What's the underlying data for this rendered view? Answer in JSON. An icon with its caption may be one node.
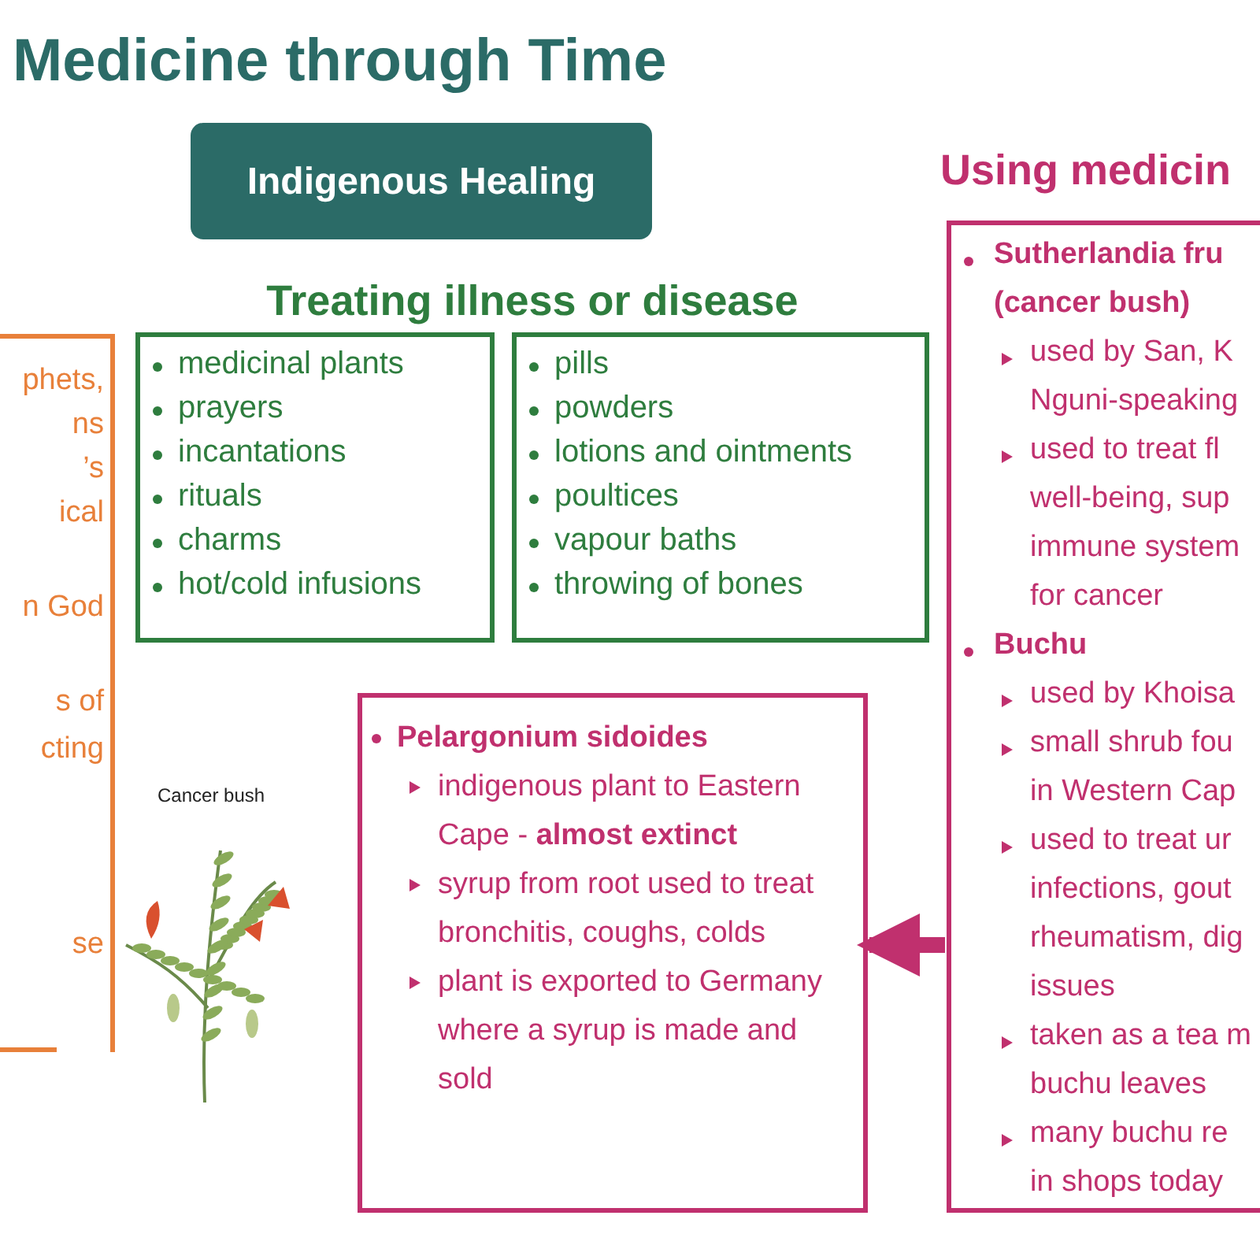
{
  "diagram": {
    "title": "Medicine through Time",
    "nodes": [
      {
        "text": [
          "Indigenous Healing"
        ]
      },
      {
        "text": [
          "phets,",
          "ns",
          "’s",
          "ical",
          "n God",
          "s of",
          "cting",
          "se"
        ]
      },
      {
        "text": [
          "Treating illness or disease",
          "medicinal plants",
          "prayers",
          "incantations",
          "rituals",
          "charms",
          "hot/cold infusions"
        ]
      },
      {
        "text": [
          "pills",
          "powders",
          "lotions and ointments",
          "poultices",
          "vapour baths",
          "throwing of bones"
        ]
      },
      {
        "text": [
          "Pelargonium sidoides",
          "indigenous plant to Eastern Cape - **almost extinct**",
          "syrup from root used to treat bronchitis, coughs, colds",
          "plant is exported to Germany where a syrup is made and sold"
        ]
      },
      {
        "text": [
          "Using medicin",
          "Sutherlandia fru",
          "(cancer bush)",
          "used by San, K",
          "Nguni-speaking",
          "used to treat fl",
          "well-being, sup",
          "immune system",
          "for cancer",
          "Buchu",
          "used by Khoisa",
          "small shrub fou",
          "in Western Cap",
          "used to treat ur",
          "infections, gout",
          "rheumatism, dig",
          "issues",
          "taken as a tea m",
          "buchu leaves",
          "many buchu re",
          "in shops today"
        ]
      }
    ],
    "edges": [
      {
        "from": 5,
        "to": 4,
        "arrow": "to"
      }
    ],
    "labels": [
      "Cancer bush"
    ]
  }
}
